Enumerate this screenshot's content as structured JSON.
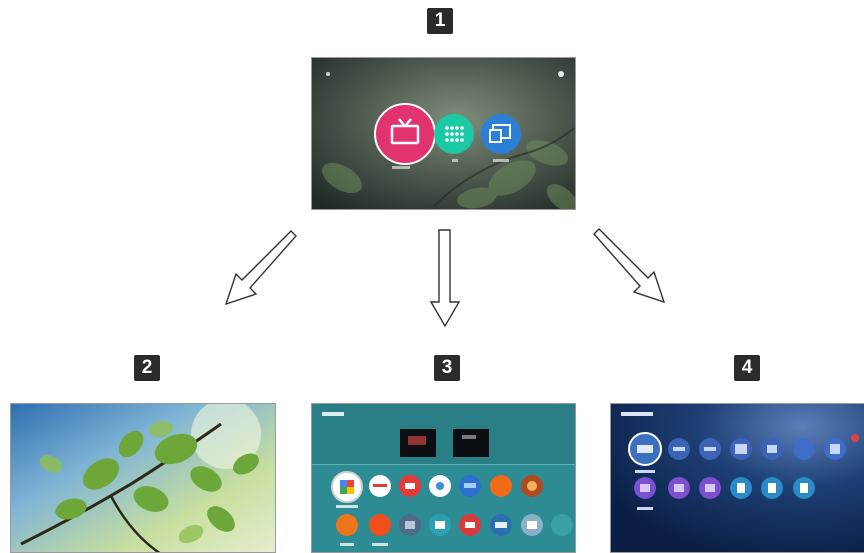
{
  "steps": [
    {
      "number": "1"
    },
    {
      "number": "2"
    },
    {
      "number": "3"
    },
    {
      "number": "4"
    }
  ],
  "home_screen": {
    "icons": [
      "tv-icon",
      "apps-grid-icon",
      "devices-icon"
    ]
  },
  "colors": {
    "tv_circle": "#e0336f",
    "apps_circle": "#1cc9a6",
    "devices_circle": "#2b7fd6",
    "apps_teal": "#2d8c93",
    "devices_navy": "#0d2a5a",
    "badge": "#2b2b2b"
  }
}
